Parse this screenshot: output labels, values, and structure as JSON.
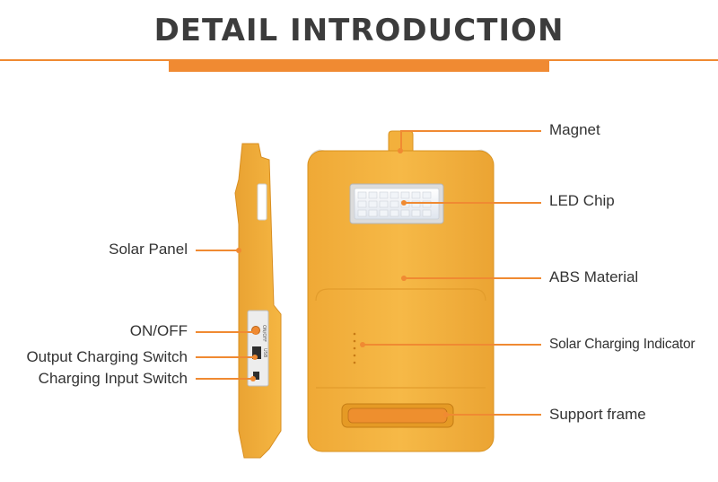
{
  "header": {
    "title": "DETAIL INTRODUCTION",
    "accent_color": "#f08a32"
  },
  "product": {
    "body_color": "#f5b43f",
    "led_color": "#f4f7fb"
  },
  "callouts": {
    "magnet": "Magnet",
    "led_chip": "LED Chip",
    "abs_material": "ABS Material",
    "solar_charging_indicator": "Solar Charging Indicator",
    "support_frame": "Support frame",
    "solar_panel": "Solar Panel",
    "on_off": "ON/OFF",
    "output_charging_switch": "Output Charging Switch",
    "charging_input_switch": "Charging Input Switch"
  },
  "side_panel_labels": {
    "on_off_mark": "ON/OFF",
    "usb_mark": "USB"
  }
}
